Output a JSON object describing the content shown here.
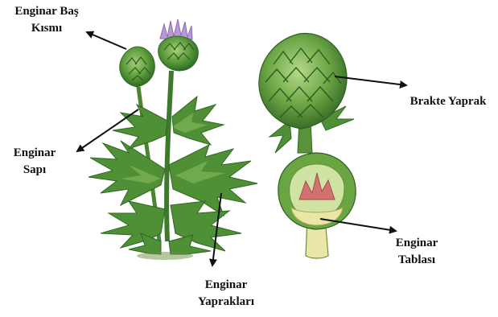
{
  "labels": {
    "bas": {
      "line1": "Enginar Baş",
      "line2": "Kısmı"
    },
    "sap": {
      "line1": "Enginar",
      "line2": "Sapı"
    },
    "yapraklar": {
      "line1": "Enginar",
      "line2": "Yaprakları"
    },
    "brakte": {
      "line1": "Brakte Yaprak"
    },
    "tabla": {
      "line1": "Enginar",
      "line2": "Tablası"
    }
  },
  "colors": {
    "arrow": "#111111",
    "leaf_dark": "#2f6a24",
    "leaf_mid": "#4f8f35",
    "leaf_light": "#8cc063",
    "flower_purple": "#b79ad6",
    "heart_red": "#d27072",
    "receptacle": "#e9e7a8"
  }
}
